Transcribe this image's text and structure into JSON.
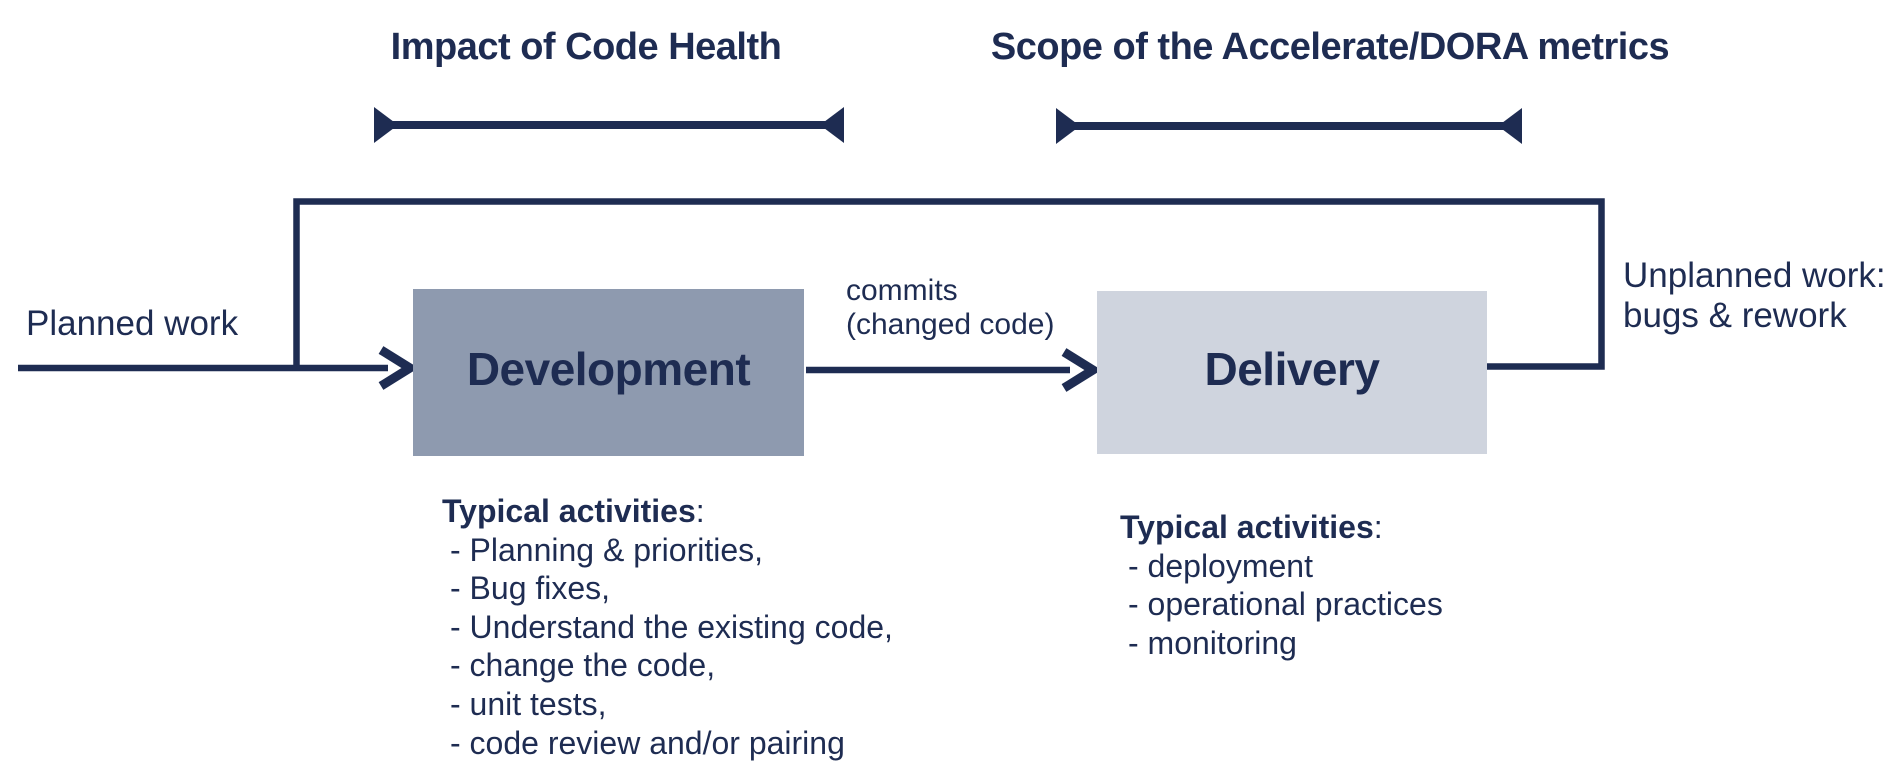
{
  "colors": {
    "navy": "#1e2c52",
    "dev_box_fill": "#8e9aaf",
    "delivery_box_fill": "#cfd4de",
    "background": "#ffffff"
  },
  "annotations": {
    "code_health": {
      "label": "Impact of Code Health"
    },
    "dora": {
      "label": "Scope of the Accelerate/DORA metrics"
    }
  },
  "flow": {
    "planned_work": "Planned work",
    "commits_line1": "commits",
    "commits_line2": "(changed code)",
    "unplanned_line1": "Unplanned work:",
    "unplanned_line2": "bugs & rework"
  },
  "boxes": {
    "development": {
      "label": "Development"
    },
    "delivery": {
      "label": "Delivery"
    }
  },
  "activities": {
    "development": {
      "header": "Typical activities",
      "colon": ":",
      "items": [
        "- Planning & priorities,",
        "- Bug fixes,",
        "- Understand the existing code,",
        "- change the code,",
        "- unit tests,",
        "- code review and/or pairing"
      ]
    },
    "delivery": {
      "header": "Typical activities",
      "colon": ":",
      "items": [
        "- deployment",
        "- operational practices",
        "- monitoring"
      ]
    }
  }
}
